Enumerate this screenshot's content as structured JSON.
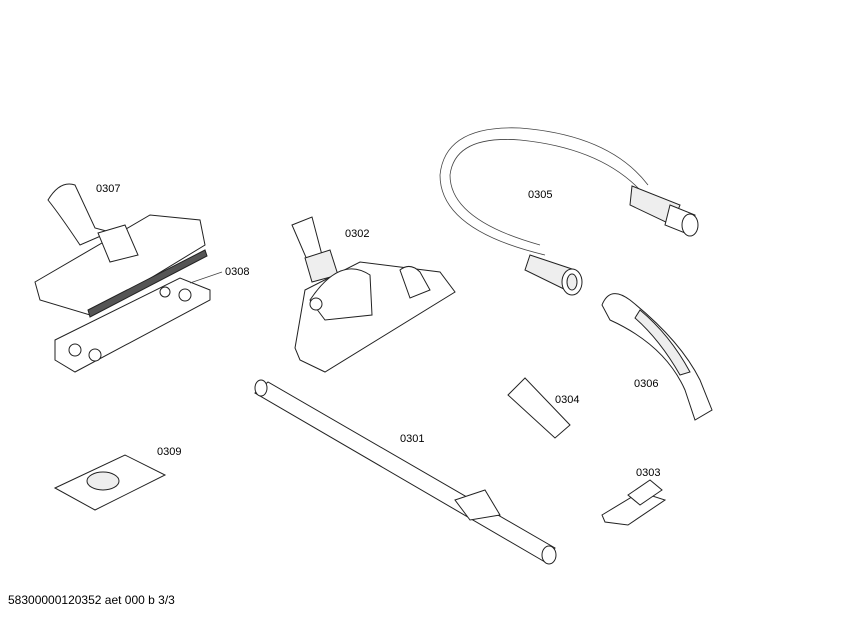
{
  "parts": [
    {
      "id": "0307"
    },
    {
      "id": "0308"
    },
    {
      "id": "0302"
    },
    {
      "id": "0305"
    },
    {
      "id": "0306"
    },
    {
      "id": "0304"
    },
    {
      "id": "0301"
    },
    {
      "id": "0309"
    },
    {
      "id": "0303"
    }
  ],
  "footer": "58300000120352 aet 000 b 3/3"
}
